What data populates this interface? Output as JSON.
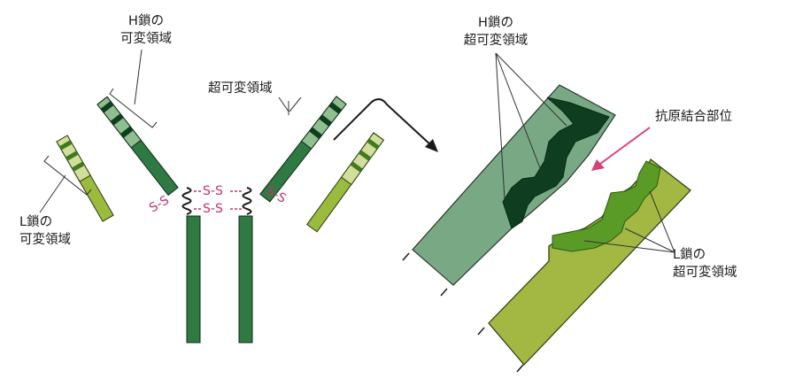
{
  "colors": {
    "heavy_dark": "#2e7a42",
    "heavy_band": "#0f3d1f",
    "heavy_light": "#8fbf8f",
    "light_chain": "#9bbb3e",
    "light_chain_light": "#d2df9a",
    "light_band": "#3f7a1e",
    "disulfide": "#c8306a",
    "heavy_fragment": "#79a884",
    "light_fragment": "#a2b843",
    "heavy_cdr": "#0f3d1f",
    "light_cdr": "#5a9a26",
    "arrow_pink": "#d8407a"
  },
  "labels": {
    "h_variable_line1": "H鎖の",
    "h_variable_line2": "可変領域",
    "l_variable_line1": "L鎖の",
    "l_variable_line2": "可変領域",
    "hypervariable_left": "超可変領域",
    "h_hyper_line1": "H鎖の",
    "h_hyper_line2": "超可変領域",
    "l_hyper_line1": "L鎖の",
    "l_hyper_line2": "超可変領域",
    "binding_site": "抗原結合部位",
    "ss": "S-S"
  }
}
